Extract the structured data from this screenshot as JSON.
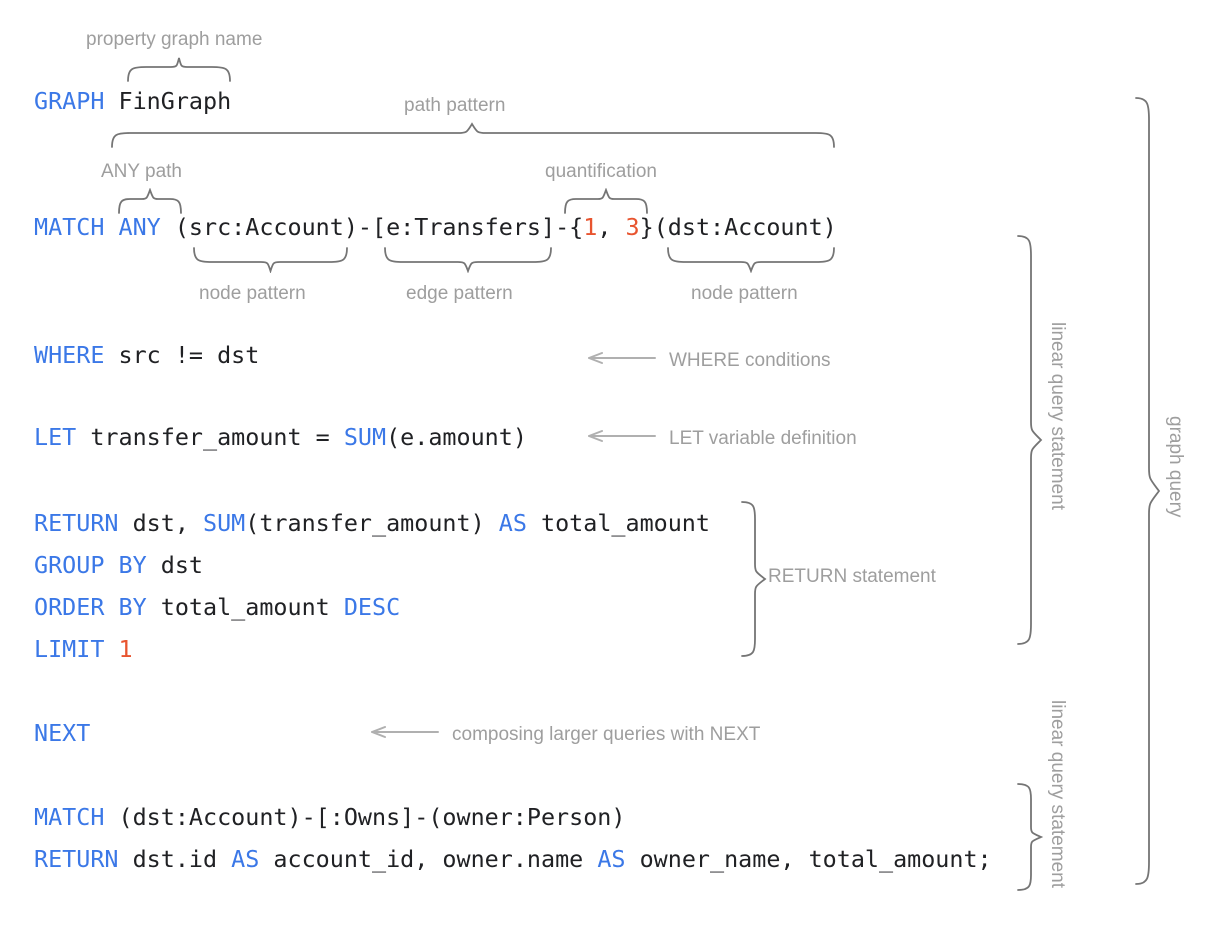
{
  "meta": {
    "title": "GQL graph query annotated diagram",
    "colors": {
      "keyword_blue": "#3B78E7",
      "literal_orange": "#E8542F",
      "code_black": "#202124",
      "annotation_gray": "#9e9e9e",
      "brace_gray": "#757575",
      "background": "#ffffff"
    }
  },
  "code_lines": [
    {
      "id": "line-graph",
      "tokens": [
        {
          "t": "GRAPH",
          "c": "kw"
        },
        {
          "t": " FinGraph",
          "c": "pl"
        }
      ]
    },
    {
      "id": "line-match-any",
      "tokens": [
        {
          "t": "MATCH",
          "c": "kw"
        },
        {
          "t": " ",
          "c": "pl"
        },
        {
          "t": "ANY",
          "c": "kw"
        },
        {
          "t": " (src:Account)-[e:Transfers]-{",
          "c": "pl"
        },
        {
          "t": "1",
          "c": "num"
        },
        {
          "t": ", ",
          "c": "pl"
        },
        {
          "t": "3",
          "c": "num"
        },
        {
          "t": "}(dst:Account)",
          "c": "pl"
        }
      ]
    },
    {
      "id": "line-where",
      "tokens": [
        {
          "t": "WHERE",
          "c": "kw"
        },
        {
          "t": " src != dst",
          "c": "pl"
        }
      ]
    },
    {
      "id": "line-let",
      "tokens": [
        {
          "t": "LET",
          "c": "kw"
        },
        {
          "t": " transfer_amount = ",
          "c": "pl"
        },
        {
          "t": "SUM",
          "c": "kw"
        },
        {
          "t": "(e.amount)",
          "c": "pl"
        }
      ]
    },
    {
      "id": "line-return1",
      "tokens": [
        {
          "t": "RETURN",
          "c": "kw"
        },
        {
          "t": " dst, ",
          "c": "pl"
        },
        {
          "t": "SUM",
          "c": "kw"
        },
        {
          "t": "(transfer_amount) ",
          "c": "pl"
        },
        {
          "t": "AS",
          "c": "kw"
        },
        {
          "t": " total_amount",
          "c": "pl"
        }
      ]
    },
    {
      "id": "line-groupby",
      "tokens": [
        {
          "t": "GROUP BY",
          "c": "kw"
        },
        {
          "t": " dst",
          "c": "pl"
        }
      ]
    },
    {
      "id": "line-orderby",
      "tokens": [
        {
          "t": "ORDER BY",
          "c": "kw"
        },
        {
          "t": " total_amount ",
          "c": "pl"
        },
        {
          "t": "DESC",
          "c": "kw"
        }
      ]
    },
    {
      "id": "line-limit",
      "tokens": [
        {
          "t": "LIMIT",
          "c": "kw"
        },
        {
          "t": " ",
          "c": "pl"
        },
        {
          "t": "1",
          "c": "num"
        }
      ]
    },
    {
      "id": "line-next",
      "tokens": [
        {
          "t": "NEXT",
          "c": "kw"
        }
      ]
    },
    {
      "id": "line-match2",
      "tokens": [
        {
          "t": "MATCH",
          "c": "kw"
        },
        {
          "t": " (dst:Account)-[:Owns]-(owner:Person)",
          "c": "pl"
        }
      ]
    },
    {
      "id": "line-return2",
      "tokens": [
        {
          "t": "RETURN",
          "c": "kw"
        },
        {
          "t": " dst.id ",
          "c": "pl"
        },
        {
          "t": "AS",
          "c": "kw"
        },
        {
          "t": " account_id, owner.name ",
          "c": "pl"
        },
        {
          "t": "AS",
          "c": "kw"
        },
        {
          "t": " owner_name, total_amount;",
          "c": "pl"
        }
      ]
    }
  ],
  "annotations": {
    "property_graph_name": "property graph name",
    "path_pattern": "path pattern",
    "any_path": "ANY path",
    "quantification": "quantification",
    "node_pattern_left": "node pattern",
    "edge_pattern": "edge pattern",
    "node_pattern_right": "node pattern",
    "where_conditions": "WHERE conditions",
    "let_variable_definition": "LET variable definition",
    "return_statement": "RETURN statement",
    "composing_next": "composing larger queries with NEXT",
    "linear_query_statement_1": "linear query statement",
    "linear_query_statement_2": "linear query statement",
    "graph_query": "graph query"
  }
}
